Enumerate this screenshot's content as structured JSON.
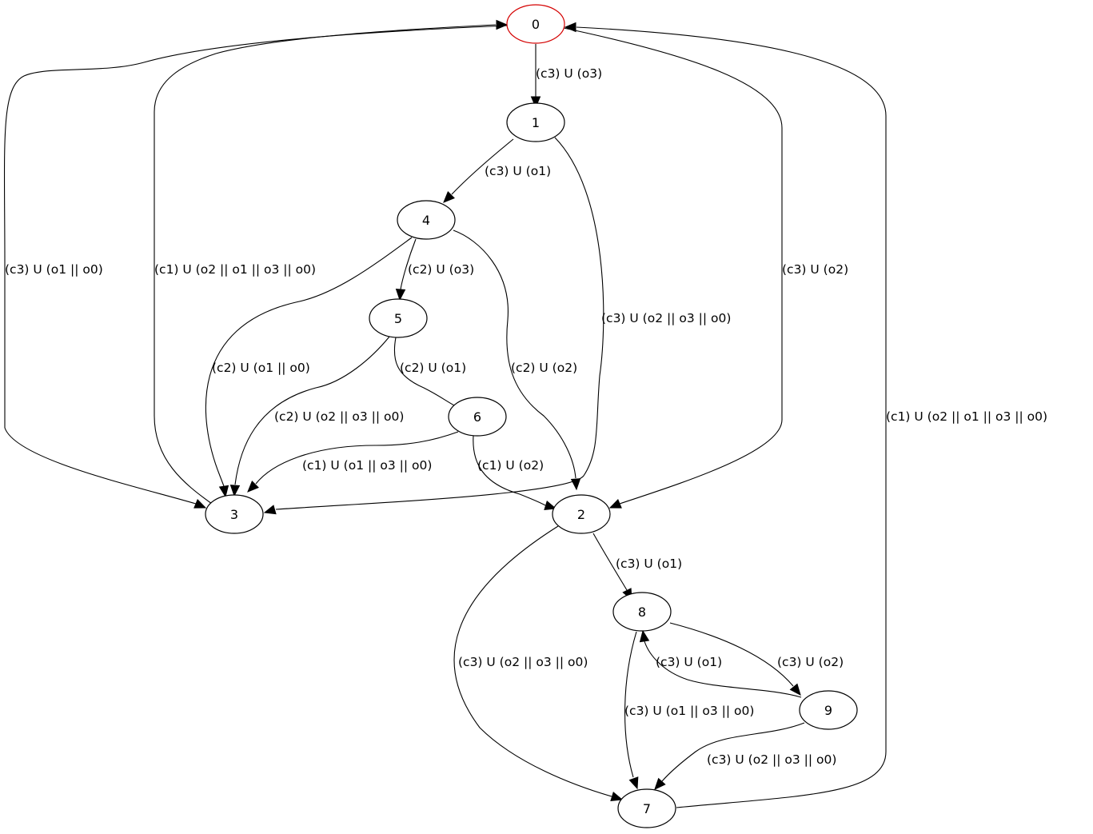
{
  "graph": {
    "colors": {
      "initial_node": "#d40000",
      "stroke": "#000000",
      "background": "#ffffff"
    },
    "nodes": [
      {
        "id": "0",
        "label": "0",
        "initial": true
      },
      {
        "id": "1",
        "label": "1"
      },
      {
        "id": "2",
        "label": "2"
      },
      {
        "id": "3",
        "label": "3"
      },
      {
        "id": "4",
        "label": "4"
      },
      {
        "id": "5",
        "label": "5"
      },
      {
        "id": "6",
        "label": "6"
      },
      {
        "id": "7",
        "label": "7"
      },
      {
        "id": "8",
        "label": "8"
      },
      {
        "id": "9",
        "label": "9"
      }
    ],
    "edges": [
      {
        "from": "0",
        "to": "1",
        "label": "(c3) U (o3)"
      },
      {
        "from": "1",
        "to": "4",
        "label": "(c3) U (o1)"
      },
      {
        "from": "1",
        "to": "3",
        "label": "(c3) U (o2 || o3 || o0)"
      },
      {
        "from": "0",
        "to": "3",
        "label": "(c3) U (o1 || o0)"
      },
      {
        "from": "3",
        "to": "0",
        "label": "(c1) U (o2 || o1 || o3 || o0)"
      },
      {
        "from": "0",
        "to": "2",
        "label": "(c3) U (o2)"
      },
      {
        "from": "7",
        "to": "0",
        "label": "(c1) U (o2 || o1 || o3 || o0)"
      },
      {
        "from": "4",
        "to": "5",
        "label": "(c2) U (o3)"
      },
      {
        "from": "4",
        "to": "3",
        "label": "(c2) U (o1 || o0)"
      },
      {
        "from": "4",
        "to": "2",
        "label": "(c2) U (o2)"
      },
      {
        "from": "5",
        "to": "6",
        "label": "(c2) U (o1)"
      },
      {
        "from": "5",
        "to": "3",
        "label": "(c2) U (o2 || o3 || o0)"
      },
      {
        "from": "6",
        "to": "3",
        "label": "(c1) U (o1 || o3 || o0)"
      },
      {
        "from": "6",
        "to": "2",
        "label": "(c1) U (o2)"
      },
      {
        "from": "2",
        "to": "8",
        "label": "(c3) U (o1)"
      },
      {
        "from": "2",
        "to": "7",
        "label": "(c3) U (o2 || o3 || o0)"
      },
      {
        "from": "8",
        "to": "9",
        "label": "(c3) U (o2)"
      },
      {
        "from": "9",
        "to": "8",
        "label": "(c3) U (o1)"
      },
      {
        "from": "8",
        "to": "7",
        "label": "(c3) U (o1 || o3 || o0)"
      },
      {
        "from": "9",
        "to": "7",
        "label": "(c3) U (o2 || o3 || o0)"
      }
    ]
  }
}
